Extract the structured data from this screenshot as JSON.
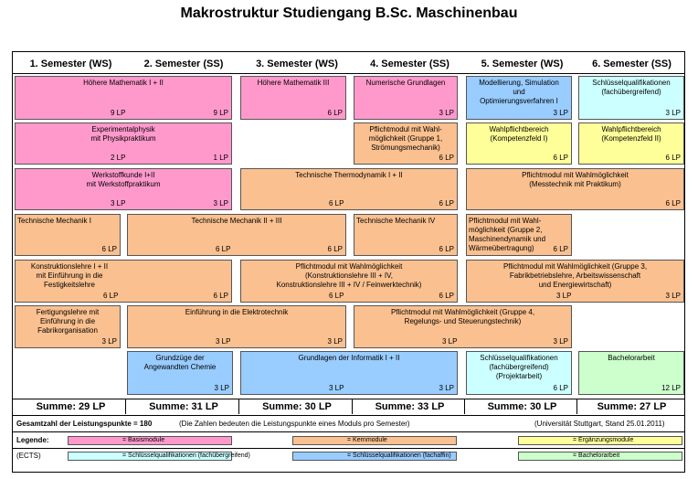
{
  "title": "Makrostruktur Studiengang B.Sc. Maschinenbau",
  "semesters": [
    "1. Semester (WS)",
    "2. Semester (SS)",
    "3. Semester (WS)",
    "4. Semester (SS)",
    "5. Semester (WS)",
    "6. Semester (SS)"
  ],
  "modules": {
    "hm": {
      "name": "Höhere Mathematik I + II",
      "lp1": "9 LP",
      "lp2": "9 LP"
    },
    "hm3": {
      "name": "Höhere Mathematik III",
      "lp": "6 LP"
    },
    "numerik": {
      "name": "Numerische Grundlagen",
      "lp": "3 LP"
    },
    "modsim": {
      "name": "Modellierung, Simulation\nund\nOptimierungsverfahren I",
      "lp": "3 LP"
    },
    "sq1": {
      "name": "Schlüsselqualifikationen\n(fachübergreifend)",
      "lp": "3 LP"
    },
    "expphys": {
      "name": "Experimentalphysik\nmit Physikpraktikum",
      "lp1": "2 LP",
      "lp2": "1 LP"
    },
    "pwm1": {
      "name": "Pflichtmodul mit Wahl-\nmöglichkeit (Gruppe 1,\nStrömungsmechanik)",
      "lp": "6 LP"
    },
    "wpk1": {
      "name": "Wahlpflichtbereich\n(Kompetenzfeld I)",
      "lp": "6 LP"
    },
    "wpk2": {
      "name": "Wahlpflichtbereich\n(Kompetenzfeld II)",
      "lp": "6 LP"
    },
    "wk": {
      "name": "Werkstoffkunde I+II\nmit Werkstoffpraktikum",
      "lp1": "3 LP",
      "lp2": "3 LP"
    },
    "td": {
      "name": "Technische Thermodynamik I + II",
      "lp1": "6 LP",
      "lp2": "6 LP"
    },
    "pwmmess": {
      "name": "Pflichtmodul mit Wahlmöglichkeit\n(Messtechnik mit Praktikum)",
      "lp": "6 LP"
    },
    "tm1": {
      "name": "Technische Mechanik I",
      "lp": "6 LP"
    },
    "tm23": {
      "name": "Technische Mechanik II + III",
      "lp1": "6 LP",
      "lp2": "6 LP"
    },
    "tm4": {
      "name": "Technische Mechanik IV",
      "lp": "6 LP"
    },
    "pwm2": {
      "name": "Pflichtmodul mit Wahl-\nmöglichkeit (Gruppe 2,\nMaschinendynamik und\nWärmeübertragung)",
      "lp": "6 LP"
    },
    "kl": {
      "name": "Konstruktionslehre I + II\nmit Einführung in die\nFestigkeitslehre",
      "lp1": "6 LP",
      "lp2": "6 LP"
    },
    "pwmkl": {
      "name": "Pflichtmodul mit Wahlmöglichkeit\n(Konstruktionslehre III + IV,\nKonstruktionslehre III + IV / Feinwerktechnik)",
      "lp1": "6 LP",
      "lp2": "6 LP"
    },
    "pwm3": {
      "name": "Pflichtmodul mit Wahlmöglichkeit (Gruppe 3,\nFabrikbetriebslehre, Arbeitswissenschaft\nund Energiewirtschaft)",
      "lp1": "3 LP",
      "lp2": "3 LP"
    },
    "fl": {
      "name": "Fertigungslehre mit\nEinführung in die\nFabrikorganisation",
      "lp": "3 LP"
    },
    "et": {
      "name": "Einführung in die Elektrotechnik",
      "lp1": "3 LP",
      "lp2": "3 LP"
    },
    "pwm4": {
      "name": "Pflichtmodul mit Wahlmöglichkeit (Gruppe 4,\nRegelungs- und Steuerungstechnik)",
      "lp1": "3 LP",
      "lp2": "3 LP"
    },
    "chem": {
      "name": "Grundzüge der\nAngewandten Chemie",
      "lp": "3 LP"
    },
    "inf": {
      "name": "Grundlagen der Informatik I + II",
      "lp1": "3 LP",
      "lp2": "3 LP"
    },
    "sqp": {
      "name": "Schlüsselqualifikationen\n(fachübergreifend)\n(Projektarbeit)",
      "lp": "6 LP"
    },
    "ba": {
      "name": "Bachelorarbeit",
      "lp": "12 LP"
    }
  },
  "sums": [
    "Summe: 29 LP",
    "Summe: 31 LP",
    "Summe: 30 LP",
    "Summe: 33 LP",
    "Summe: 30 LP",
    "Summe: 27 LP"
  ],
  "footer": {
    "total": "Gesamtzahl der Leistungspunkte = 180",
    "note": "(Die Zahlen bedeuten die Leistungspunkte eines Moduls pro Semester)",
    "source": "(Universität Stuttgart, Stand 25.01.2011)",
    "legend_label": "Legende:",
    "ects_label": "(ECTS)"
  },
  "legend": {
    "basis": "= Basismodule",
    "kern": "= Kernmodule",
    "ergaenzung": "= Ergänzungsmodule",
    "sq_fu": "= Schlüsselqualifikationen (fachübergreifend)",
    "sq_fa": "= Schlüsselqualifikationen (fachaffin)",
    "ba": "= Bachelorarbeit"
  },
  "colors": {
    "basis": "#ff99cc",
    "kern": "#fac08f",
    "ergaenzung": "#ffff99",
    "sq_fu": "#ccffff",
    "sq_fa": "#99ccff",
    "ba": "#ccffcc"
  }
}
